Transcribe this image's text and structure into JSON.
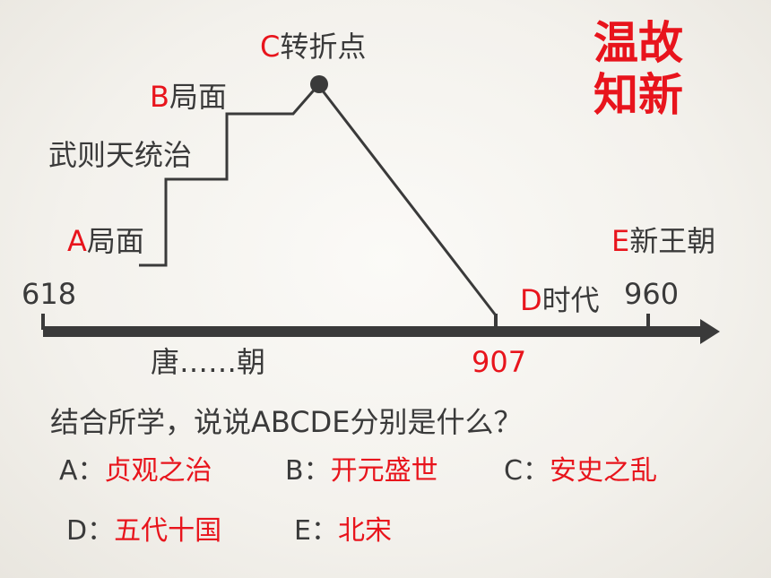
{
  "review_title": [
    "温故",
    "知新"
  ],
  "timeline": {
    "start_year": "618",
    "end_year": "960",
    "tang_end_year": "907",
    "dynasty_label": "唐……朝",
    "labels": {
      "a_letter": "A",
      "a_text": "局面",
      "wuzetian": "武则天统治",
      "b_letter": "B",
      "b_text": "局面",
      "c_letter": "C",
      "c_text": "转折点",
      "d_letter": "D",
      "d_text": "时代",
      "e_letter": "E",
      "e_text": "新王朝"
    }
  },
  "question": "结合所学，说说ABCDE分别是什么？",
  "answers": [
    {
      "key": "A：",
      "value": "贞观之治"
    },
    {
      "key": "B：",
      "value": "开元盛世"
    },
    {
      "key": "C：",
      "value": "安史之乱"
    },
    {
      "key": "D：",
      "value": "五代十国"
    },
    {
      "key": "E：",
      "value": "北宋"
    }
  ],
  "colors": {
    "accent": "#e8141c",
    "text": "#3a3a3a",
    "line": "#3a3a3a"
  }
}
